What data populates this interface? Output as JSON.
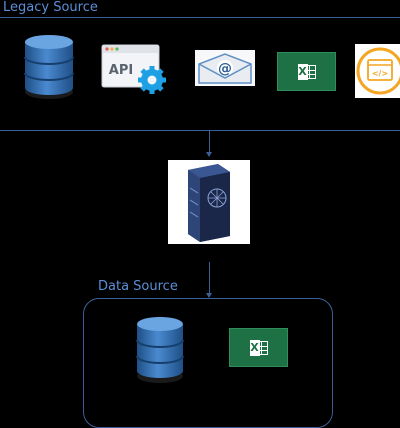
{
  "legacy_source": {
    "label": "Legacy Source",
    "icons": [
      "database-icon",
      "api-icon",
      "email-icon",
      "excel-icon",
      "code-file-icon"
    ],
    "api_label": "API",
    "email_symbol": "@",
    "code_symbol": "</>"
  },
  "server": {
    "icon": "server-icon"
  },
  "data_source": {
    "label": "Data Source",
    "icons": [
      "database-icon",
      "excel-icon"
    ]
  },
  "colors": {
    "background": "#000000",
    "line": "#3d5f99",
    "label": "#5b8fd6",
    "database_blue": "#2f6aa8",
    "excel_green": "#1e7145",
    "gear_blue": "#1da1e4",
    "code_orange": "#f4a623"
  }
}
